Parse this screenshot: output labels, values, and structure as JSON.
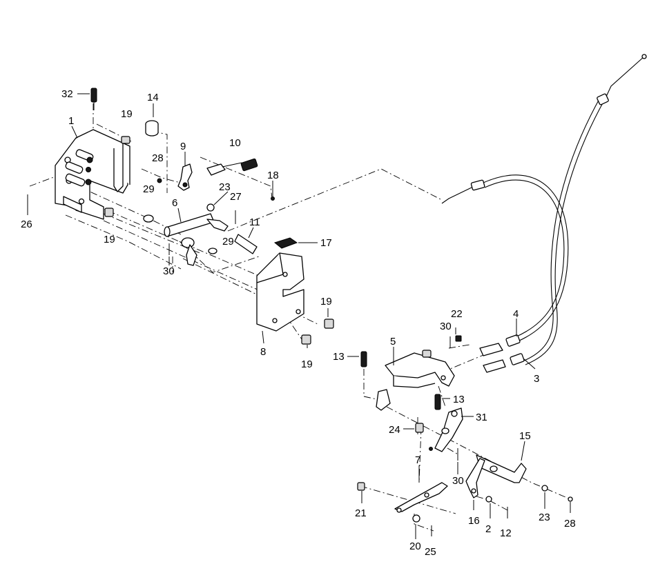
{
  "callouts": [
    {
      "id": "c32a",
      "text": "32"
    },
    {
      "id": "c19a",
      "text": "19"
    },
    {
      "id": "c1",
      "text": "1"
    },
    {
      "id": "c14",
      "text": "14"
    },
    {
      "id": "c28a",
      "text": "28"
    },
    {
      "id": "c9",
      "text": "9"
    },
    {
      "id": "c10",
      "text": "10"
    },
    {
      "id": "c18",
      "text": "18"
    },
    {
      "id": "c29a",
      "text": "29"
    },
    {
      "id": "c23a",
      "text": "23"
    },
    {
      "id": "c27",
      "text": "27"
    },
    {
      "id": "c6",
      "text": "6"
    },
    {
      "id": "c11",
      "text": "11"
    },
    {
      "id": "c26",
      "text": "26"
    },
    {
      "id": "c19b",
      "text": "19"
    },
    {
      "id": "c29b",
      "text": "29"
    },
    {
      "id": "c17",
      "text": "17"
    },
    {
      "id": "c30a",
      "text": "30"
    },
    {
      "id": "c19c",
      "text": "19"
    },
    {
      "id": "c8",
      "text": "8"
    },
    {
      "id": "c19d",
      "text": "19"
    },
    {
      "id": "c22",
      "text": "22"
    },
    {
      "id": "c30b",
      "text": "30"
    },
    {
      "id": "c4",
      "text": "4"
    },
    {
      "id": "c5",
      "text": "5"
    },
    {
      "id": "c13a",
      "text": "13"
    },
    {
      "id": "c3",
      "text": "3"
    },
    {
      "id": "c13b",
      "text": "13"
    },
    {
      "id": "c31",
      "text": "31"
    },
    {
      "id": "c24",
      "text": "24"
    },
    {
      "id": "c15",
      "text": "15"
    },
    {
      "id": "c7",
      "text": "7"
    },
    {
      "id": "c30c",
      "text": "30"
    },
    {
      "id": "c21",
      "text": "21"
    },
    {
      "id": "c16",
      "text": "16"
    },
    {
      "id": "c2",
      "text": "2"
    },
    {
      "id": "c12",
      "text": "12"
    },
    {
      "id": "c23b",
      "text": "23"
    },
    {
      "id": "c28b",
      "text": "28"
    },
    {
      "id": "c20",
      "text": "20"
    },
    {
      "id": "c25",
      "text": "25"
    }
  ]
}
